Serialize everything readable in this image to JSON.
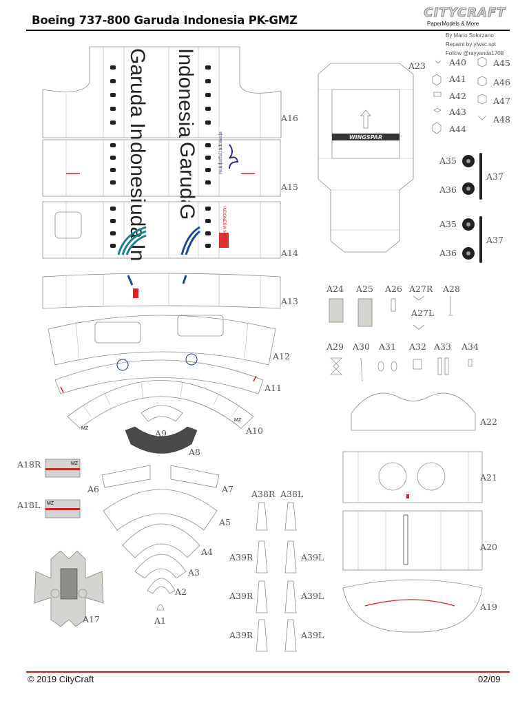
{
  "header": {
    "title": "Boeing 737-800 Garuda Indonesia PK-GMZ",
    "logo_text": "CITYCRAFT",
    "logo_subtitle": "PaperModels & More",
    "credits": [
      "By Mario Solorzano",
      "Repaint by ylwsc.spt",
      "Follow @rayyanda1708"
    ]
  },
  "footer": {
    "copyright": "© 2019 CityCraft",
    "page": "02/09"
  },
  "livery": {
    "airline_name_a": "Garuda In",
    "airline_name_b": "Indonesia",
    "airline_name_c": "donesia",
    "airline_name_d": "Garuda",
    "airline_name_e": "uda In",
    "airline_name_f": "G",
    "wonderful_text": "wonderful indonesia",
    "indonesia_maju": "INDONESIA MAJU",
    "stand_label": "WINGSPAR",
    "reg_marks": [
      "MZ",
      "MZ",
      "MZ",
      "MZ"
    ]
  },
  "parts": {
    "A1": "A1",
    "A2": "A2",
    "A3": "A3",
    "A4": "A4",
    "A5": "A5",
    "A6": "A6",
    "A7": "A7",
    "A8": "A8",
    "A9": "A9",
    "A10": "A10",
    "A11": "A11",
    "A12": "A12",
    "A13": "A13",
    "A14": "A14",
    "A15": "A15",
    "A16": "A16",
    "A17": "A17",
    "A18R": "A18R",
    "A18L": "A18L",
    "A19": "A19",
    "A20": "A20",
    "A21": "A21",
    "A22": "A22",
    "A23": "A23",
    "A24": "A24",
    "A25": "A25",
    "A26": "A26",
    "A27R": "A27R",
    "A27L": "A27L",
    "A28": "A28",
    "A29": "A29",
    "A30": "A30",
    "A31": "A31",
    "A32": "A32",
    "A33": "A33",
    "A34": "A34",
    "A35": "A35",
    "A36": "A36",
    "A37": "A37",
    "A38R": "A38R",
    "A38L": "A38L",
    "A39R": "A39R",
    "A39L": "A39L",
    "A40": "A40",
    "A41": "A41",
    "A42": "A42",
    "A43": "A43",
    "A44": "A44",
    "A45": "A45",
    "A46": "A46",
    "A47": "A47",
    "A48": "A48"
  }
}
